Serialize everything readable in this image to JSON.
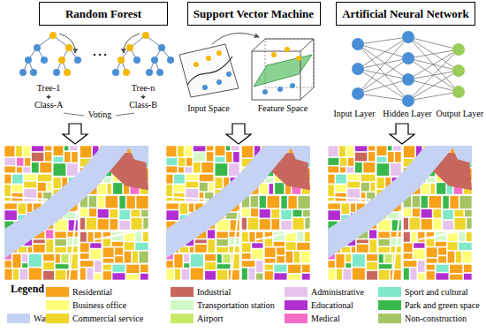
{
  "diagram": {
    "nodes": [
      {
        "text": [
          "Random Forest"
        ]
      },
      {
        "text": [
          "Support Vector Machine"
        ]
      },
      {
        "text": [
          "Artificial Neural Network"
        ]
      }
    ],
    "labels": [
      "Tree-1",
      "Tree-n",
      "Class-A",
      "Class-B",
      "Voting",
      "Input Space",
      "Feature Space",
      "Input Layer",
      "Hidden Layer",
      "Output Layer",
      "Legend"
    ],
    "legend": [
      {
        "text": "Residential",
        "color": "#F7A21B"
      },
      {
        "text": "Industrial",
        "color": "#C8675E"
      },
      {
        "text": "Administrative",
        "color": "#E6C3EC"
      },
      {
        "text": "Sport and cultural",
        "color": "#7EE8C8"
      },
      {
        "text": "Business office",
        "color": "#FFFF7A"
      },
      {
        "text": "Transportation station",
        "color": "#D3F8C8"
      },
      {
        "text": "Educational",
        "color": "#B12ED0"
      },
      {
        "text": "Park and green space",
        "color": "#38B84A"
      },
      {
        "text": "Water",
        "color": "#C5D2F3"
      },
      {
        "text": "Commercial service",
        "color": "#F0D62A"
      },
      {
        "text": "Airport",
        "color": "#C8E86A"
      },
      {
        "text": "Medical",
        "color": "#F46DC8"
      },
      {
        "text": "Non-construction",
        "color": "#A5C463"
      }
    ]
  }
}
